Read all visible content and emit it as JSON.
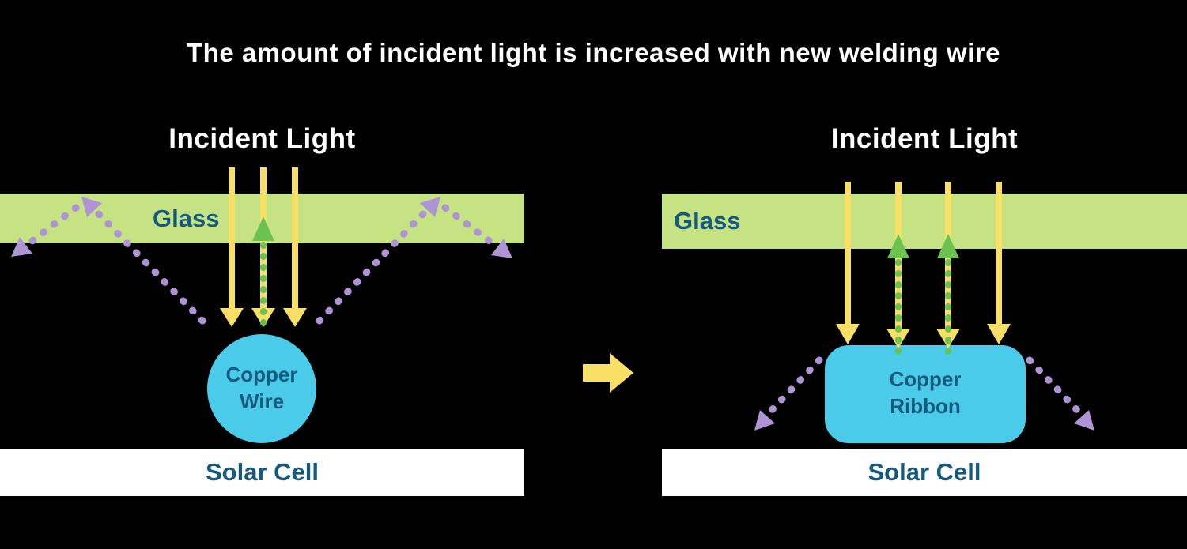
{
  "title": "The amount of incident light is increased with new welding wire",
  "colors": {
    "background": "#000000",
    "white": "#ffffff",
    "glass": "#c6e384",
    "cyan": "#4bcbea",
    "yellow": "#f8e066",
    "green": "#6cc24f",
    "purple": "#ae93d5",
    "label_dark": "#14597f"
  },
  "left_panel": {
    "incident_light_label": "Incident Light",
    "glass_label": "Glass",
    "copper_line1": "Copper",
    "copper_line2": "Wire",
    "solar_cell_label": "Solar Cell"
  },
  "right_panel": {
    "incident_light_label": "Incident Light",
    "glass_label": "Glass",
    "copper_line1": "Copper",
    "copper_line2": "Ribbon",
    "solar_cell_label": "Solar Cell"
  }
}
